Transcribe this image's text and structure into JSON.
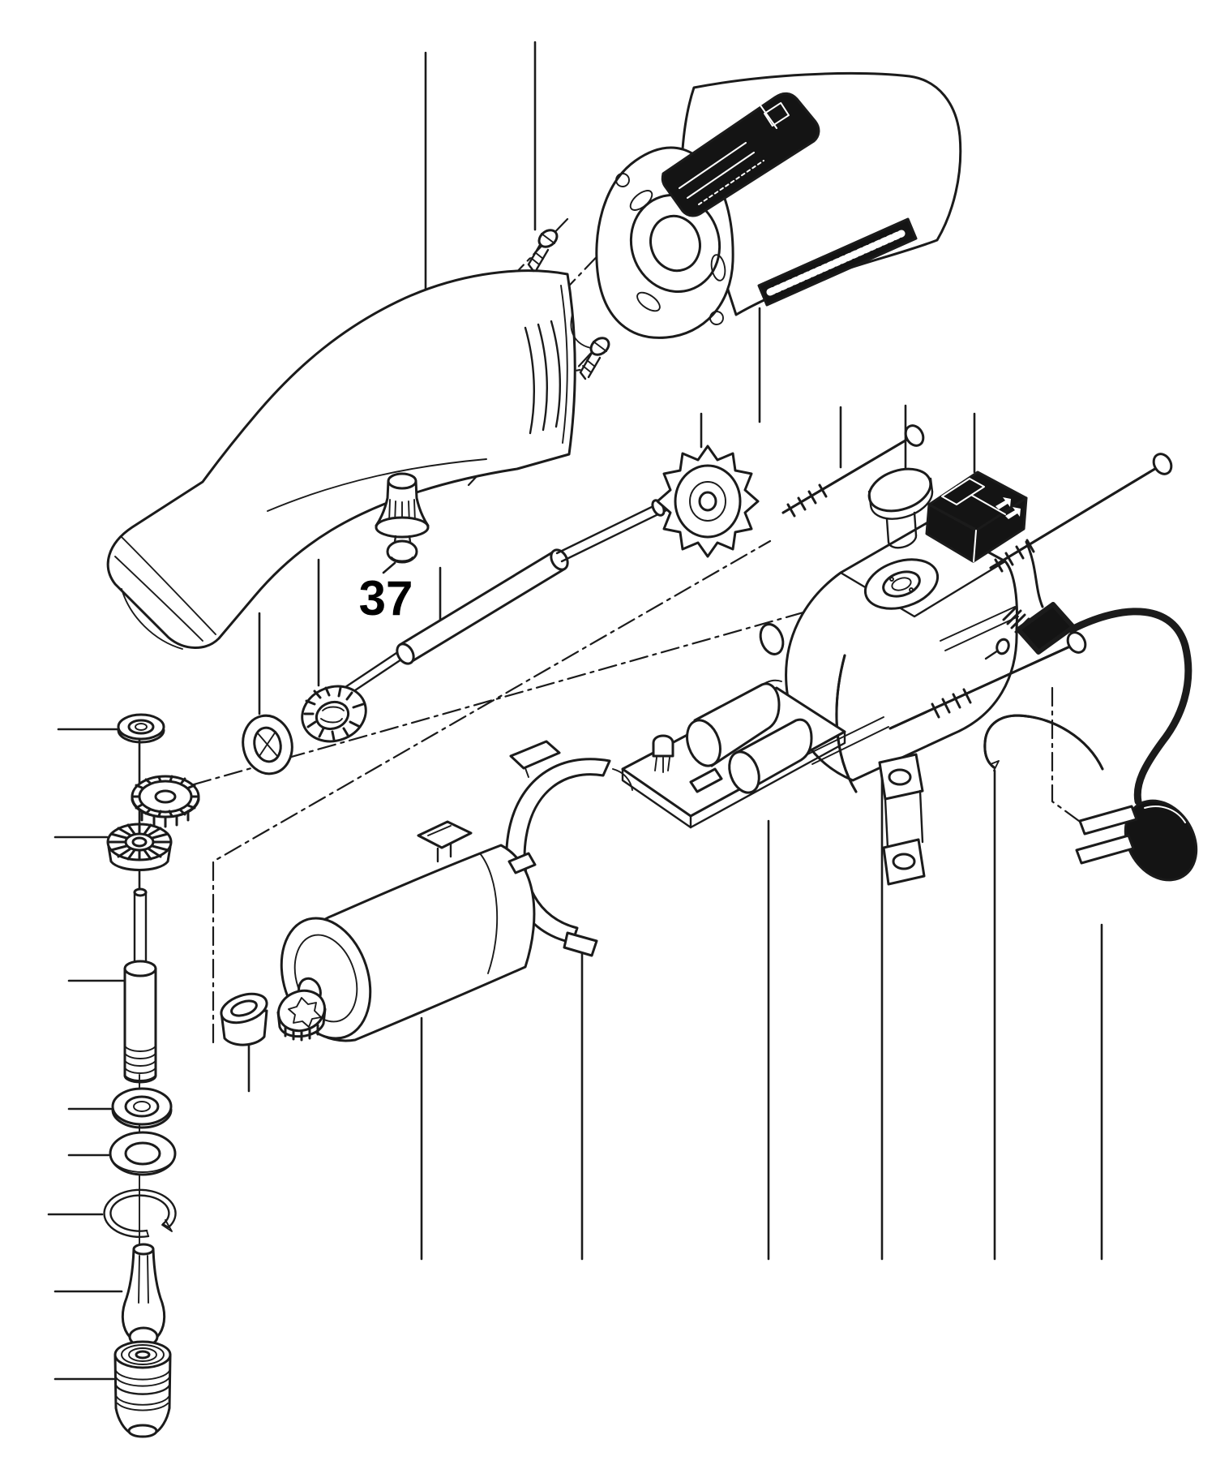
{
  "diagram": {
    "callout": {
      "label": "37"
    },
    "colors": {
      "line": "#1b1b1b",
      "background": "#ffffff",
      "black_parts": "#141414"
    },
    "parts": [
      "handle-housing",
      "rear-motor-housing",
      "rating-label",
      "brand-strip",
      "housing-screw",
      "spindle-lock-button-37",
      "drive-shaft",
      "ratchet-fan-wheel",
      "knurled-collar",
      "shaft-bearing",
      "flanged-bearing",
      "pinion-gear",
      "bevel-gear",
      "output-spindle",
      "spindle-bearing",
      "washer",
      "retaining-ring",
      "nose-piece",
      "chuck",
      "motor",
      "motor-pinion",
      "motor-bushing",
      "motor-holder",
      "pcb-assembly",
      "gear-case-body",
      "push-button",
      "rocker-switch",
      "long-screw",
      "cord-protector",
      "power-cord",
      "power-plug"
    ]
  }
}
